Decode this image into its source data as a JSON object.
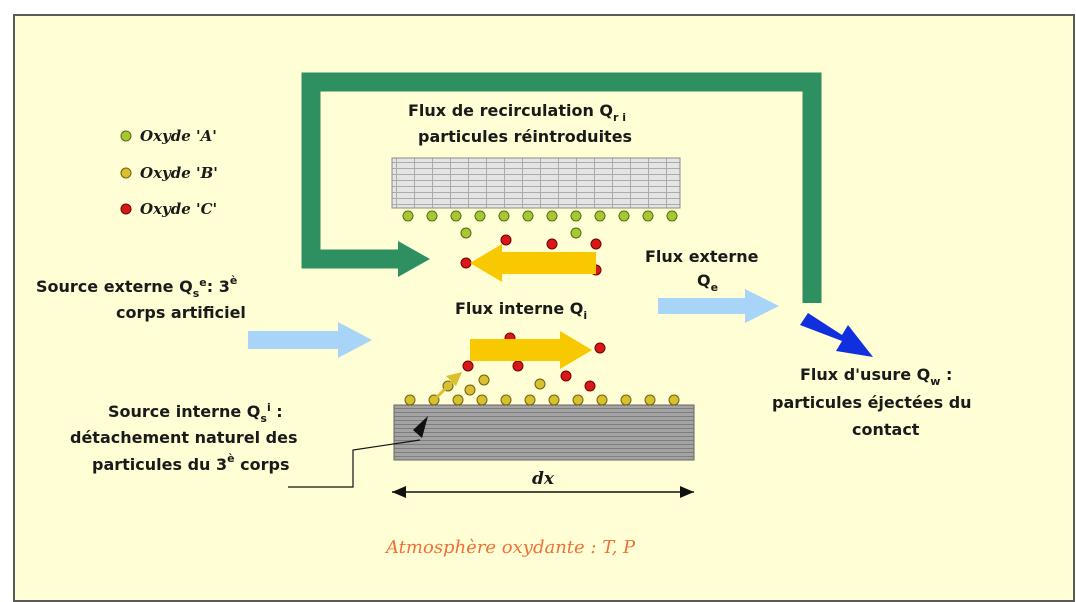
{
  "legend": [
    {
      "label": "Oxyde 'A'",
      "color": "#a8c832"
    },
    {
      "label": "Oxyde 'B'",
      "color": "#d8c030"
    },
    {
      "label": "Oxyde 'C'",
      "color": "#d81818"
    }
  ],
  "recirculation": {
    "line1": "Flux de recirculation  Q",
    "sub": "r i",
    "line2": "particules réintroduites"
  },
  "source_externe": {
    "line1": "Source externe Q",
    "sub": "s",
    "sup": "e",
    "tail": ": 3",
    "tail_sup": "è",
    "line2": "corps artificiel"
  },
  "flux_interne": {
    "label": "Flux interne Q",
    "sub": "i"
  },
  "flux_externe": {
    "line1": "Flux externe",
    "line2": "Q",
    "sub": "e"
  },
  "flux_usure": {
    "line1": "Flux d'usure Q",
    "sub": "w",
    "tail": " :",
    "line2": "particules éjectées du",
    "line3": "contact"
  },
  "source_interne": {
    "line1": "Source interne Q",
    "sub": "s",
    "sup": "i",
    "tail": " :",
    "line2": "détachement naturel des",
    "line3": "particules du 3",
    "line3_sup": "è",
    "line3_tail": " corps"
  },
  "dx_label": "dx",
  "atmosphere": "Atmosphère oxydante : T, P",
  "colors": {
    "background": "#fffed4",
    "loop_green": "#2e9060",
    "arrow_light_blue": "#a8d4f8",
    "arrow_dark_blue": "#1030e0",
    "arrow_yellow": "#f8c800"
  }
}
